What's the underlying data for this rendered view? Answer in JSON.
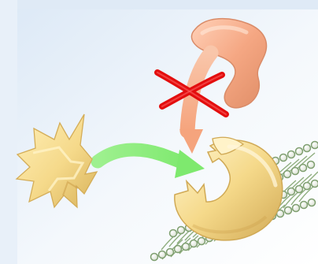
{
  "figure": {
    "kind": "receptor-binding illustration",
    "colors": {
      "background_band": "#eef4fb",
      "ligand": "#f3d98a",
      "ligand_shadow": "#d9b45a",
      "receptor": "#f5d98a",
      "receptor_shadow": "#d8b25a",
      "blocked_molecule": "#f4a37f",
      "blocked_arrow": "#f7b48f",
      "binding_arrow": "#8fec7e",
      "block_mark": "#f01010",
      "membrane_head": "#ffffff",
      "membrane_tail": "#7f9f70"
    },
    "elements": [
      "ligand-molecule",
      "binding-arrow",
      "blocked-molecule",
      "blocked-arrow",
      "block-x-mark",
      "receptor",
      "cell-membrane"
    ]
  }
}
